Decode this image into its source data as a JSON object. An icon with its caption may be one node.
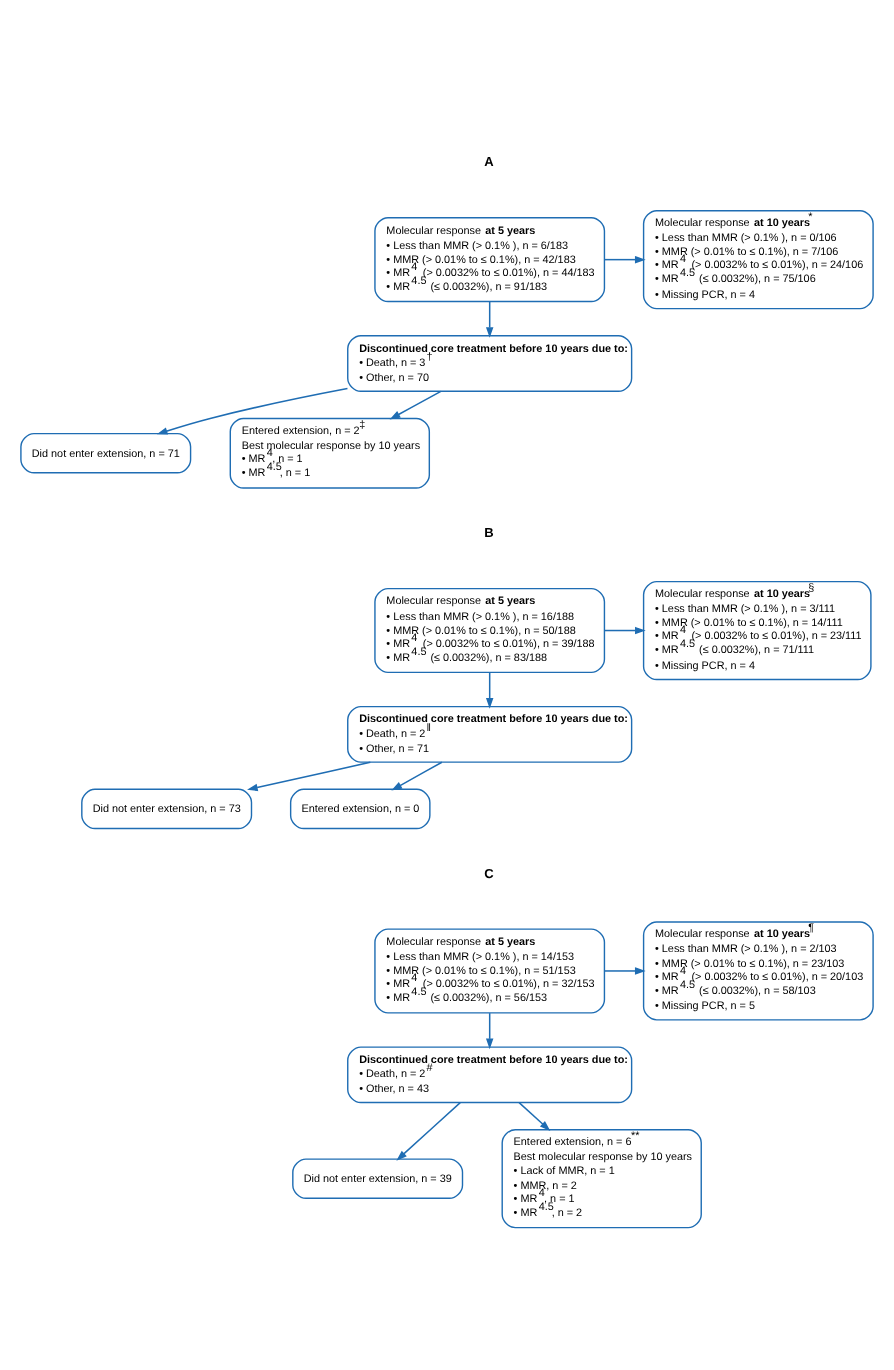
{
  "diagram": {
    "nodes": [
      {
        "text": [
          "Molecular response **at 5 years**",
          "• Less than MMR (> 0.1% ), n = 6/183",
          "• MMR (> 0.01% to ≤ 0.1%), n = 42/183",
          "• MR$^{4}$ (> 0.0032% to ≤ 0.01%), n = 44/183",
          "• MR$^{4.5}$ (≤ 0.0032%), n = 91/183"
        ]
      },
      {
        "text": [
          "Molecular response **at 10 years**$^{*}$",
          "• Less than MMR (> 0.1% ), n = 0/106",
          "• MMR (> 0.01% to ≤ 0.1%), n = 7/106",
          "• MR$^{4}$ (> 0.0032% to ≤ 0.01%), n = 24/106",
          "• MR$^{4.5}$ (≤ 0.0032%), n = 75/106",
          "• Missing PCR, n = 4"
        ]
      },
      {
        "text": [
          "**Discontinued core treatment before 10 years due to:**",
          "• Death, n = 3$^{†}$",
          "• Other, n = 70"
        ]
      },
      {
        "text": [
          "Did not enter extension, n = 71"
        ]
      },
      {
        "text": [
          "Entered extension, n = 2$^{‡}$",
          "Best molecular response by 10 years",
          "• MR$^{4}$, n = 1",
          "• MR$^{4.5}$, n = 1"
        ]
      },
      {
        "text": [
          "Molecular response **at 5 years**",
          "• Less than MMR (> 0.1% ), n = 16/188",
          "• MMR (> 0.01% to ≤ 0.1%), n = 50/188",
          "• MR$^{4}$ (> 0.0032% to ≤ 0.01%), n = 39/188",
          "• MR$^{4.5}$ (≤ 0.0032%), n = 83/188"
        ]
      },
      {
        "text": [
          "Molecular response **at 10 years**$^{§}$",
          "• Less than MMR (> 0.1% ), n = 3/111",
          "• MMR (> 0.01% to ≤ 0.1%), n = 14/111",
          "• MR$^{4}$ (> 0.0032% to ≤ 0.01%), n = 23/111",
          "• MR$^{4.5}$ (≤ 0.0032%), n = 71/111",
          "• Missing PCR, n = 4"
        ]
      },
      {
        "text": [
          "**Discontinued core treatment before 10 years due to:**",
          "• Death, n = 2$^{‖}$",
          "• Other, n = 71"
        ]
      },
      {
        "text": [
          "Did not enter extension, n = 73"
        ]
      },
      {
        "text": [
          "Entered extension, n = 0"
        ]
      },
      {
        "text": [
          "Molecular response **at 5 years**",
          "• Less than MMR (> 0.1% ), n = 14/153",
          "• MMR (> 0.01% to ≤ 0.1%), n = 51/153",
          "• MR$^{4}$ (> 0.0032% to ≤ 0.01%), n = 32/153",
          "• MR$^{4.5}$ (≤ 0.0032%), n = 56/153"
        ]
      },
      {
        "text": [
          "Molecular response **at 10 years**$^{¶}$",
          "• Less than MMR (> 0.1% ), n = 2/103",
          "• MMR (> 0.01% to ≤ 0.1%), n = 23/103",
          "• MR$^{4}$ (> 0.0032% to ≤ 0.01%), n = 20/103",
          "• MR$^{4.5}$ (≤ 0.0032%), n = 58/103",
          "• Missing PCR, n = 5"
        ]
      },
      {
        "text": [
          "**Discontinued core treatment before 10 years due to:**",
          "• Death, n = 2$^{#}$",
          "• Other, n = 43"
        ]
      },
      {
        "text": [
          "Did not enter extension, n = 39"
        ]
      },
      {
        "text": [
          "Entered extension, n = 6$^{**}$",
          "Best molecular response by 10 years",
          "• Lack of MMR, n = 1",
          "• MMR, n = 2",
          "• MR$^{4}$, n = 1",
          "• MR$^{4.5}$, n = 2"
        ]
      }
    ],
    "edges": [
      {
        "from": 0,
        "to": 1,
        "arrow": "to"
      },
      {
        "from": 0,
        "to": 2,
        "arrow": "to"
      },
      {
        "from": 2,
        "to": 3,
        "arrow": "to"
      },
      {
        "from": 2,
        "to": 4,
        "arrow": "to"
      },
      {
        "from": 5,
        "to": 6,
        "arrow": "to"
      },
      {
        "from": 5,
        "to": 7,
        "arrow": "to"
      },
      {
        "from": 7,
        "to": 8,
        "arrow": "to"
      },
      {
        "from": 7,
        "to": 9,
        "arrow": "to"
      },
      {
        "from": 10,
        "to": 11,
        "arrow": "to"
      },
      {
        "from": 10,
        "to": 12,
        "arrow": "to"
      },
      {
        "from": 12,
        "to": 13,
        "arrow": "to"
      },
      {
        "from": 12,
        "to": 14,
        "arrow": "to"
      }
    ],
    "labels": [
      "A",
      "B",
      "C"
    ]
  }
}
